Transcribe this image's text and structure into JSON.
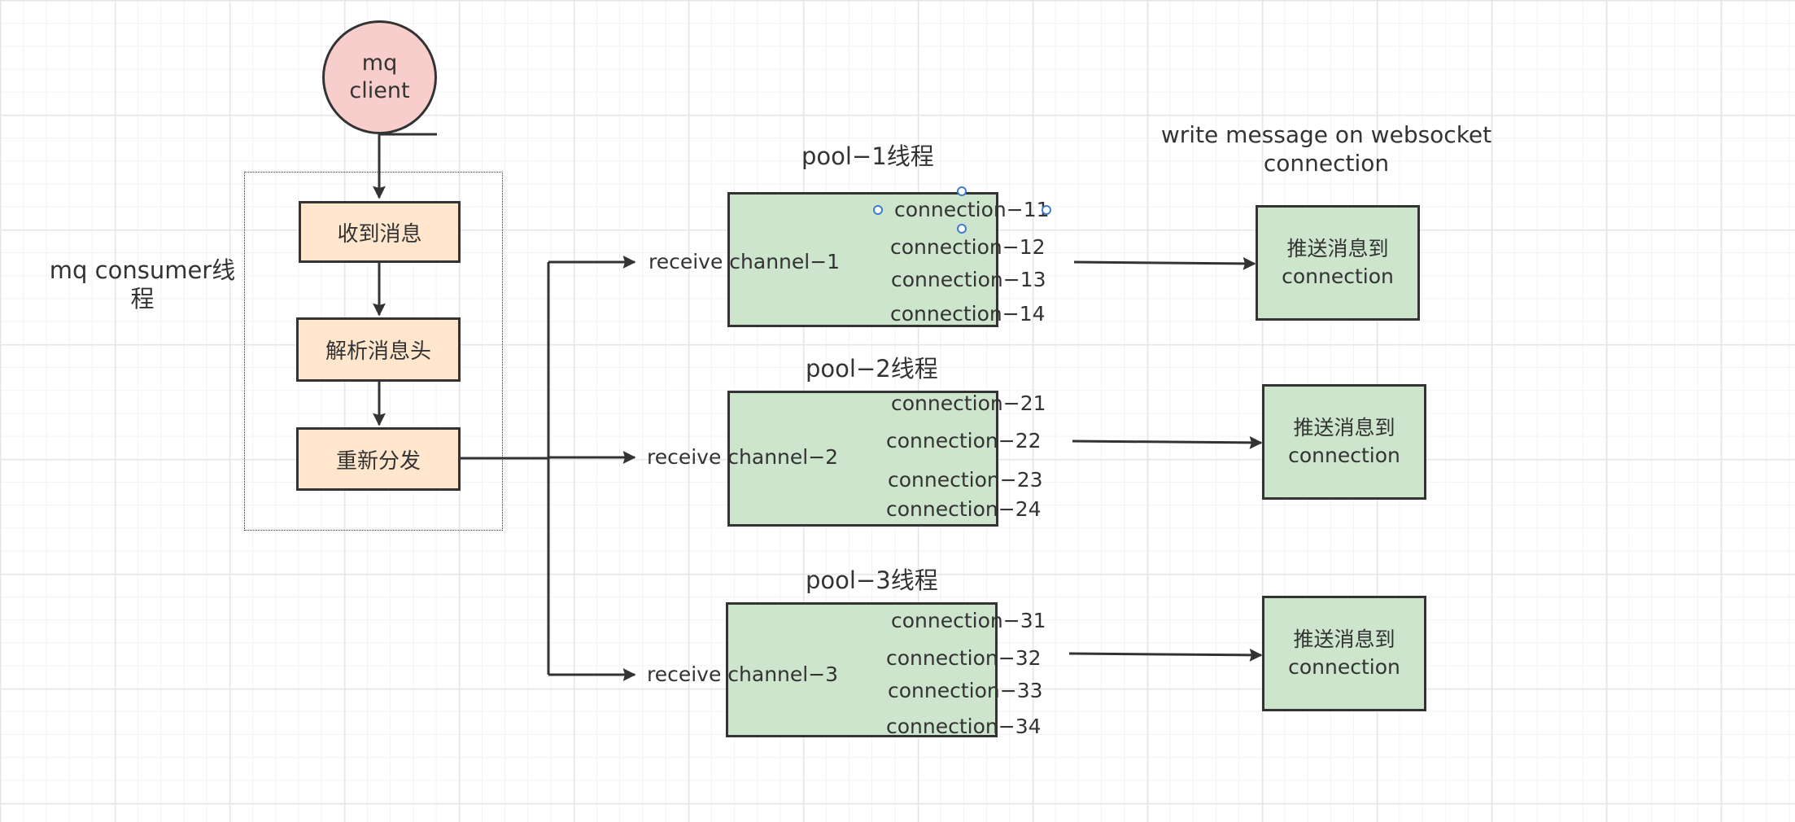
{
  "colors": {
    "stroke": "#333333",
    "client_fill": "#f8cecc",
    "step_fill": "#ffe6cc",
    "pool_fill": "#cce5cc",
    "push_fill": "#cce5cc",
    "selection_handle": "#3a7bd5"
  },
  "client": {
    "label": "mq\nclient"
  },
  "consumer": {
    "label": "mq consumer线\n程",
    "steps": [
      "收到消息",
      "解析消息头",
      "重新分发"
    ]
  },
  "pools": [
    {
      "title": "pool−1线程",
      "channel": "receive channel−1",
      "connections": [
        "connection−11",
        "connection−12",
        "connection−13",
        "connection−14"
      ],
      "push_label": "推送消息到\nconnection"
    },
    {
      "title": "pool−2线程",
      "channel": "receive channel−2",
      "connections": [
        "connection−21",
        "connection−22",
        "connection−23",
        "connection−24"
      ],
      "push_label": "推送消息到\nconnection"
    },
    {
      "title": "pool−3线程",
      "channel": "receive channel−3",
      "connections": [
        "connection−31",
        "connection−32",
        "connection−33",
        "connection−34"
      ],
      "push_label": "推送消息到\nconnection"
    }
  ],
  "websocket_note": "write message on websocket\nconnection"
}
